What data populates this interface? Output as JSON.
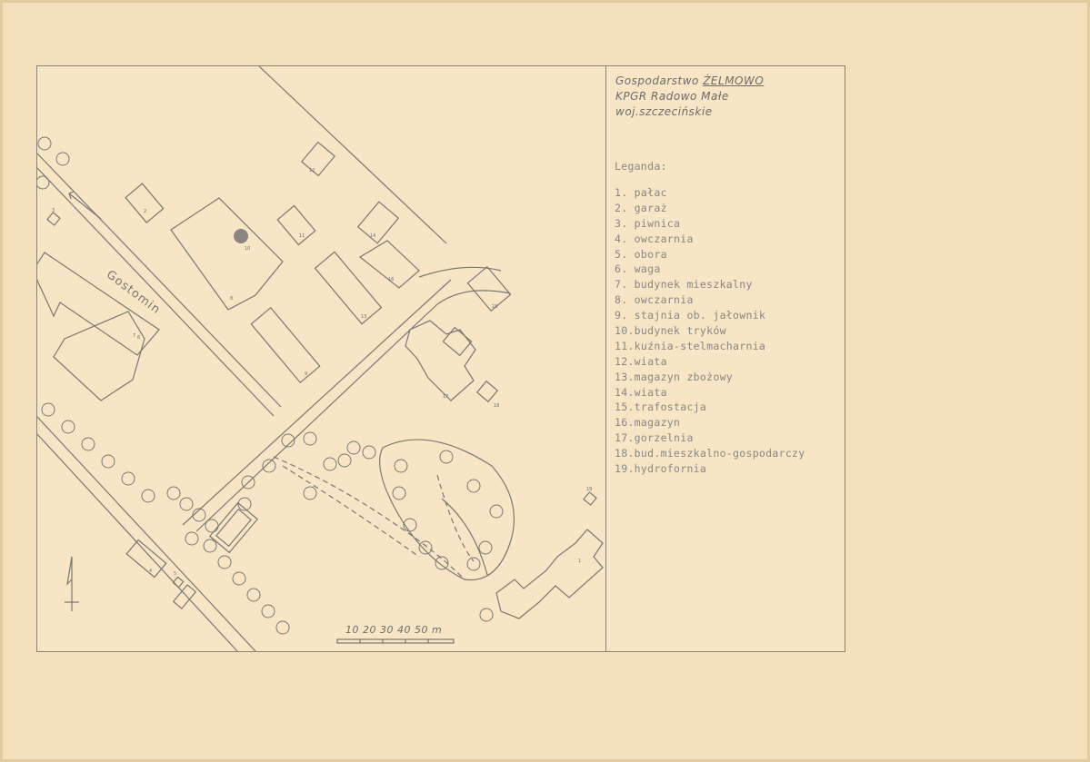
{
  "header": {
    "farm_prefix": "Gospodarstwo",
    "farm_name": "ŻELMOWO",
    "line2": "KPGR Radowo Małe",
    "line3": "woj.szczecińskie"
  },
  "legend": {
    "title": "Leganda:",
    "items": [
      "1. pałac",
      "2. garaż",
      "3. piwnica",
      "4. owczarnia",
      "5. obora",
      "6. waga",
      "7. budynek mieszkalny",
      "8. owczarnia",
      "9. stajnia ob. jałownik",
      "10.budynek tryków",
      "11.kuźnia-stelmacharnia",
      "12.wiata",
      "13.magazyn zbożowy",
      "14.wiata",
      "15.trafostacja",
      "16.magazyn",
      "17.gorzelnia",
      "18.bud.mieszkalno-gospodarczy",
      "19.hydrofornia"
    ]
  },
  "map": {
    "street_label": "Gostomin",
    "scale_label": "10 20 30 40 50 m",
    "building_numbers": [
      "1",
      "2",
      "3",
      "4",
      "5",
      "6",
      "7",
      "8",
      "9",
      "10",
      "11",
      "12",
      "13",
      "14",
      "15",
      "16",
      "17",
      "18",
      "19"
    ]
  },
  "colors": {
    "paper": "#f4e0bc",
    "sheet": "#f6e6c6",
    "ink": "#7b7670"
  }
}
